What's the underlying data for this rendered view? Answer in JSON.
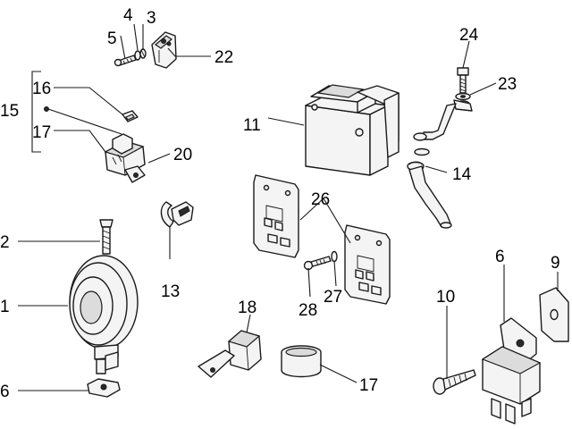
{
  "callouts": {
    "c1": "1",
    "c2": "2",
    "c3": "3",
    "c4": "4",
    "c5": "5",
    "c6_horn_bracket": "6",
    "c6_relay_bracket": "6",
    "c9": "9",
    "c10": "10",
    "c11": "11",
    "c13": "13",
    "c14": "14",
    "c15": "15",
    "c16": "16",
    "c17_fuse": "17",
    "c17_clip": "17",
    "c18": "18",
    "c20": "20",
    "c22": "22",
    "c23": "23",
    "c24": "24",
    "c26": "26",
    "c27": "27",
    "c28": "28"
  }
}
